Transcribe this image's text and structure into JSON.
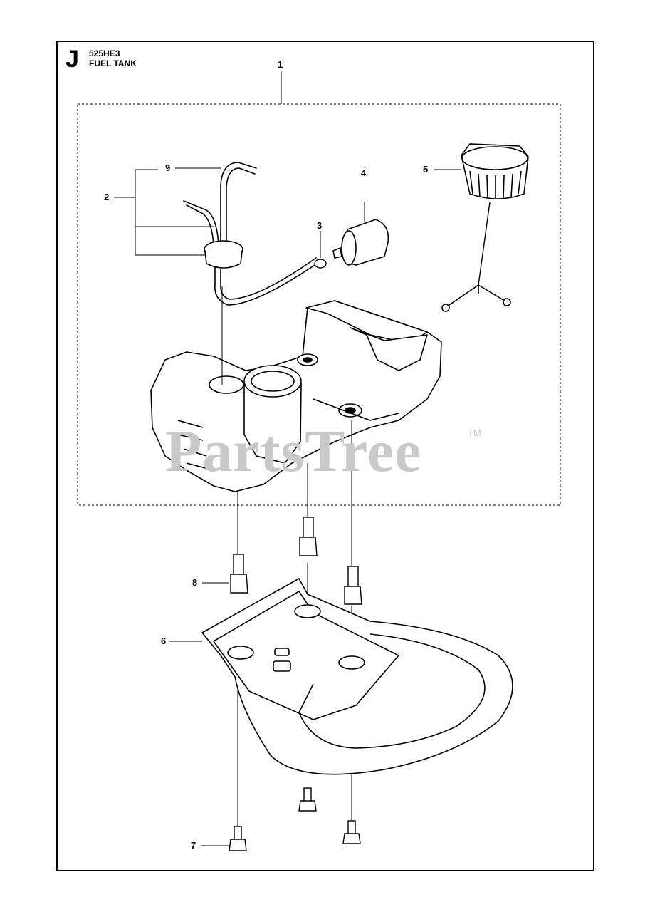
{
  "header": {
    "section_letter": "J",
    "model": "525HE3",
    "title": "FUEL TANK"
  },
  "callouts": [
    "1",
    "2",
    "3",
    "4",
    "5",
    "6",
    "7",
    "8",
    "9"
  ],
  "watermark": {
    "text": "PartsTree",
    "tm": "TM",
    "color": "#c9c9c9"
  },
  "icons": [
    "fuel-tank-icon",
    "fuel-cap-icon",
    "fuel-filter-icon",
    "fuel-hose-icon",
    "tank-bracket-icon",
    "screw-icon",
    "spacer-icon"
  ]
}
